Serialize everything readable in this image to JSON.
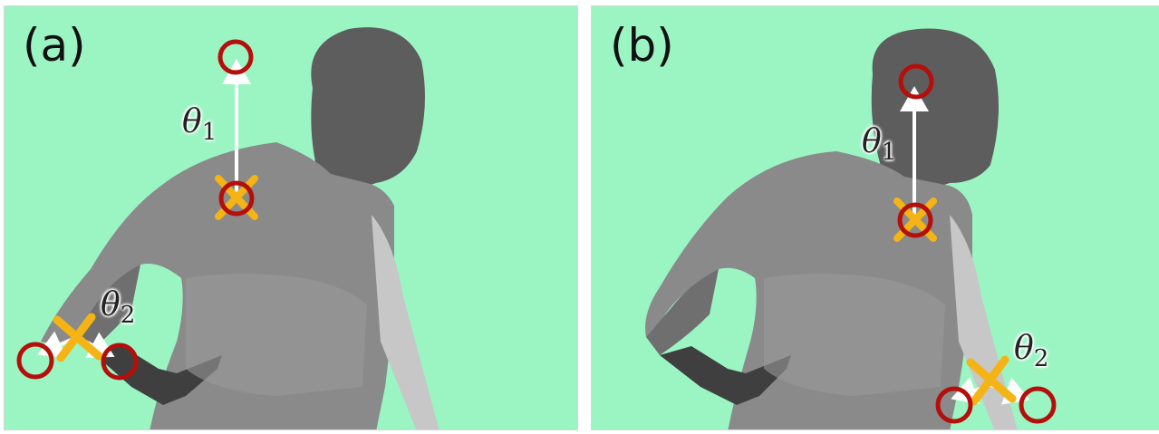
{
  "panels": [
    {
      "label": "(a)",
      "annotations": [
        {
          "symbol": "θ",
          "subscript": "1"
        },
        {
          "symbol": "θ",
          "subscript": "2"
        }
      ]
    },
    {
      "label": "(b)",
      "annotations": [
        {
          "symbol": "θ",
          "subscript": "1"
        },
        {
          "symbol": "θ",
          "subscript": "2"
        }
      ]
    }
  ],
  "colors": {
    "background": "#9bf5c3",
    "circle_marker": "#b40f0a",
    "cross_marker": "#f5b416",
    "arrow": "#ffffff"
  }
}
